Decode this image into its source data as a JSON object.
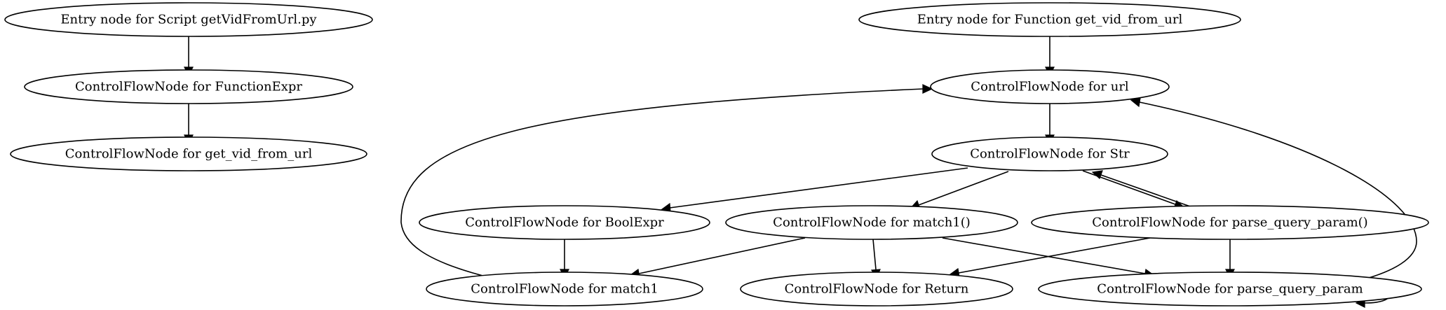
{
  "nodes": [
    {
      "id": "script_entry",
      "label": "Entry node for Script getVidFromUrl.py"
    },
    {
      "id": "function_expr",
      "label": "ControlFlowNode for FunctionExpr"
    },
    {
      "id": "get_vid_from_url_name",
      "label": "ControlFlowNode for get_vid_from_url"
    },
    {
      "id": "func_entry",
      "label": "Entry node for Function get_vid_from_url"
    },
    {
      "id": "url",
      "label": "ControlFlowNode for url"
    },
    {
      "id": "str",
      "label": "ControlFlowNode for Str"
    },
    {
      "id": "boolexpr",
      "label": "ControlFlowNode for BoolExpr"
    },
    {
      "id": "match1_call",
      "label": "ControlFlowNode for match1()"
    },
    {
      "id": "pqp_call",
      "label": "ControlFlowNode for parse_query_param()"
    },
    {
      "id": "match1",
      "label": "ControlFlowNode for match1"
    },
    {
      "id": "return",
      "label": "ControlFlowNode for Return"
    },
    {
      "id": "pqp",
      "label": "ControlFlowNode for parse_query_param"
    }
  ],
  "edges": [
    {
      "from": "script_entry",
      "to": "function_expr"
    },
    {
      "from": "function_expr",
      "to": "get_vid_from_url_name"
    },
    {
      "from": "func_entry",
      "to": "url"
    },
    {
      "from": "url",
      "to": "str"
    },
    {
      "from": "str",
      "to": "boolexpr"
    },
    {
      "from": "str",
      "to": "match1_call"
    },
    {
      "from": "str",
      "to": "pqp_call"
    },
    {
      "from": "pqp_call",
      "to": "str"
    },
    {
      "from": "boolexpr",
      "to": "match1"
    },
    {
      "from": "match1_call",
      "to": "match1"
    },
    {
      "from": "match1_call",
      "to": "return"
    },
    {
      "from": "match1_call",
      "to": "pqp"
    },
    {
      "from": "pqp_call",
      "to": "return"
    },
    {
      "from": "pqp_call",
      "to": "pqp"
    },
    {
      "from": "match1",
      "to": "url"
    },
    {
      "from": "pqp",
      "to": "url"
    },
    {
      "from": "pqp",
      "to": "pqp"
    }
  ]
}
